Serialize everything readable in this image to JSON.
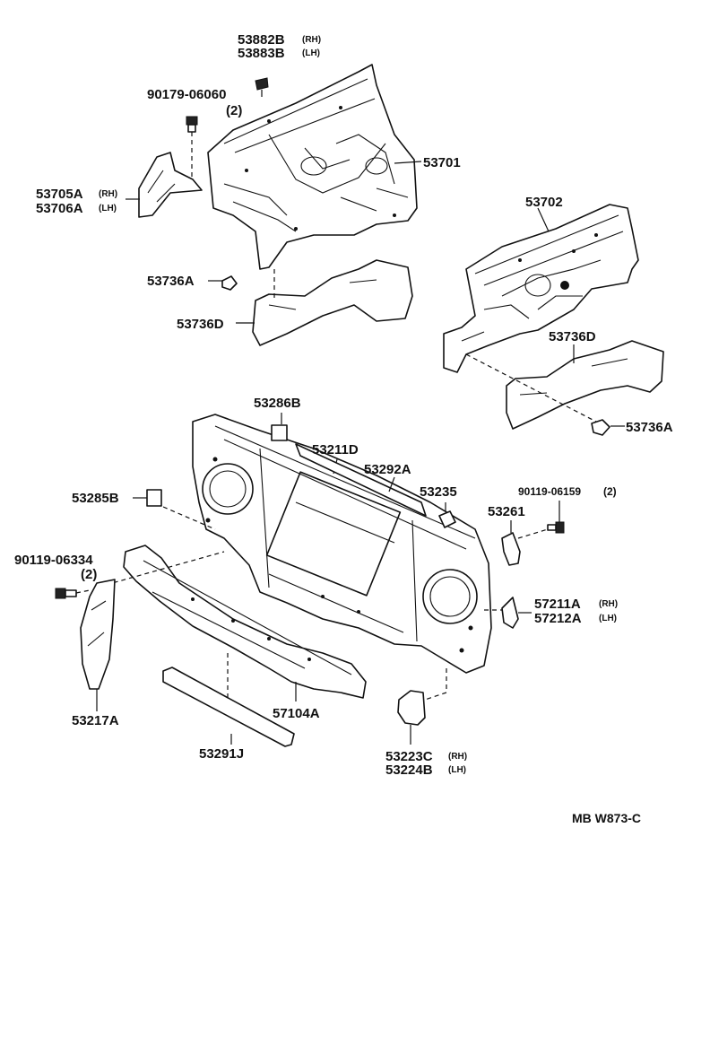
{
  "diagram": {
    "diagram_code": "MB W873-C",
    "labels": {
      "p53882B": "53882B",
      "p53882B_side": "(RH)",
      "p53883B": "53883B",
      "p53883B_side": "(LH)",
      "p90179": "90179-06060",
      "p90179_qty": "(2)",
      "p53701": "53701",
      "p53705A": "53705A",
      "p53705A_side": "(RH)",
      "p53706A": "53706A",
      "p53706A_side": "(LH)",
      "p53702": "53702",
      "p53736A_left": "53736A",
      "p53736D_left": "53736D",
      "p53736D_right": "53736D",
      "p53736A_right": "53736A",
      "p53286B": "53286B",
      "p53211D": "53211D",
      "p53292A": "53292A",
      "p53285B": "53285B",
      "p53235": "53235",
      "p90119_06159": "90119-06159",
      "p90119_06159_qty": "(2)",
      "p53261": "53261",
      "p90119_06334": "90119-06334",
      "p90119_06334_qty": "(2)",
      "p57211A": "57211A",
      "p57211A_side": "(RH)",
      "p57212A": "57212A",
      "p57212A_side": "(LH)",
      "p53217A": "53217A",
      "p57104A": "57104A",
      "p53291J": "53291J",
      "p53223C": "53223C",
      "p53223C_side": "(RH)",
      "p53224B": "53224B",
      "p53224B_side": "(LH)"
    }
  }
}
